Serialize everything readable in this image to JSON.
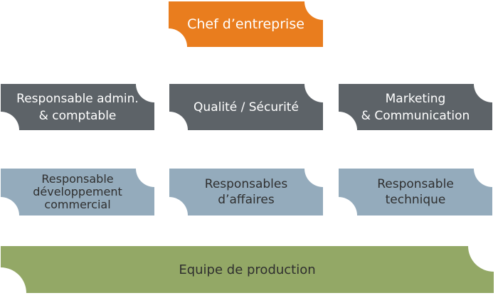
{
  "colors": {
    "chef": "#e97d1e",
    "direction": "#5d6368",
    "service": "#94abbc",
    "production": "#93a866"
  },
  "chef": {
    "label": "Chef d’entreprise"
  },
  "direction": [
    {
      "label": "Responsable admin.\n& comptable"
    },
    {
      "label": "Qualité / Sécurité"
    },
    {
      "label": "Marketing\n& Communication"
    }
  ],
  "services": [
    {
      "label": "Responsable\ndéveloppement\ncommercial"
    },
    {
      "label": "Responsables\nd’affaires"
    },
    {
      "label": "Responsable\ntechnique"
    }
  ],
  "production": {
    "label": "Equipe de production"
  }
}
